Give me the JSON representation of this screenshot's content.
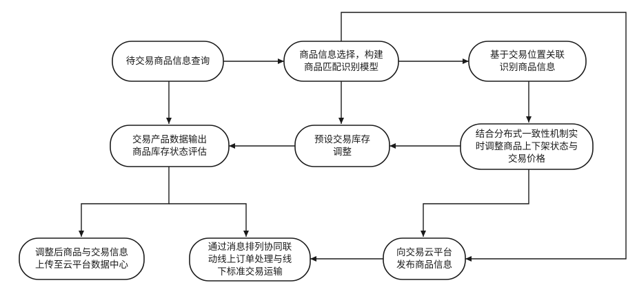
{
  "nodes": {
    "query": {
      "lines": [
        "待交易商品信息查询"
      ]
    },
    "select_model": {
      "lines": [
        "商品信息选择，构建",
        "商品匹配识别模型"
      ]
    },
    "identify": {
      "lines": [
        "基于交易位置关联",
        "识别商品信息"
      ]
    },
    "output_eval": {
      "lines": [
        "交易产品数据输出",
        "商品库存状态评估"
      ]
    },
    "preset_adjust": {
      "lines": [
        "预设交易库存",
        "调整"
      ]
    },
    "consistency": {
      "lines": [
        "结合分布式一致性机制实",
        "时调整商品上下架状态与",
        "交易价格"
      ]
    },
    "upload": {
      "lines": [
        "调整后商品与交易信息",
        "上传至云平台数据中心"
      ]
    },
    "message_queue": {
      "lines": [
        "通过消息排列协同联",
        "动线上订单处理与线",
        "下标准交易运输"
      ]
    },
    "publish": {
      "lines": [
        "向交易云平台",
        "发布商品信息"
      ]
    }
  }
}
